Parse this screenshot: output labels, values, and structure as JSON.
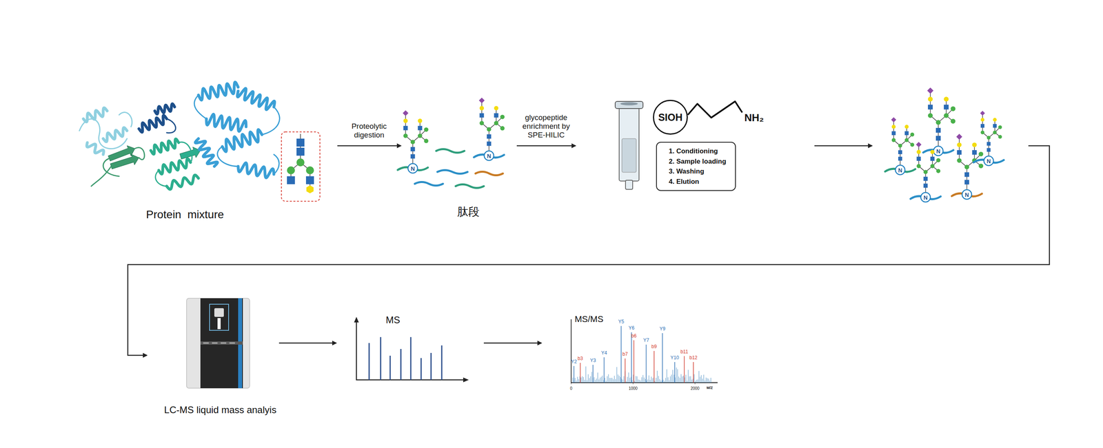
{
  "diagram": {
    "nodes": [
      {
        "text": [
          "SIOH"
        ]
      },
      {
        "text": [
          "1. Conditioning",
          "2. Sample loading",
          "3. Washing",
          "4. Elution"
        ]
      }
    ],
    "labels": [
      "Proteolytic digestion",
      "肽段",
      "glycopeptide enrichment by SPE-HILIC",
      "NH₂",
      "Protein  mixture",
      "LC-MS liquid mass analyis",
      "MS",
      "MS/MS",
      "Y2",
      "b3",
      "Y3",
      "Y4",
      "b7",
      "Y5",
      "Y6",
      "b6",
      "b9",
      "Y7",
      "Y10",
      "b11",
      "b12",
      "Y9",
      "0",
      "1000",
      "2000",
      "M/Z",
      "N",
      "N",
      "N",
      "N",
      "N",
      "N",
      "N"
    ]
  }
}
